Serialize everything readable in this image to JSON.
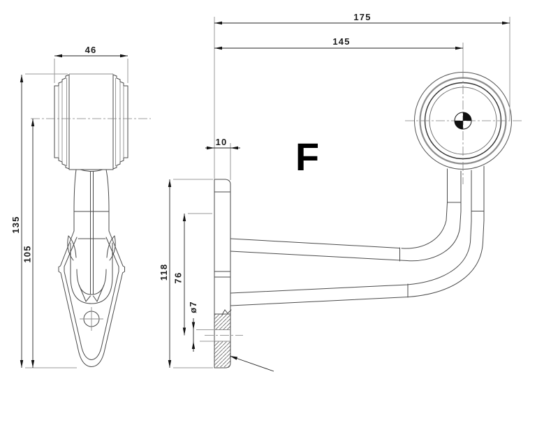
{
  "drawing": {
    "type": "technical-drawing-marker-lamp",
    "view_label": "F",
    "dimensions": {
      "head_width": "46",
      "front_total_height": "135",
      "front_center_height": "105",
      "overall_length": "175",
      "length_to_head_center": "145",
      "plate_thickness": "10",
      "plate_height": "118",
      "hole_distance": "76",
      "hole_diameter": "ø7"
    },
    "colors": {
      "background": "#ffffff",
      "line": "#4a4a4a",
      "dimension": "#222222",
      "center_mark_fill": "#000000"
    }
  }
}
